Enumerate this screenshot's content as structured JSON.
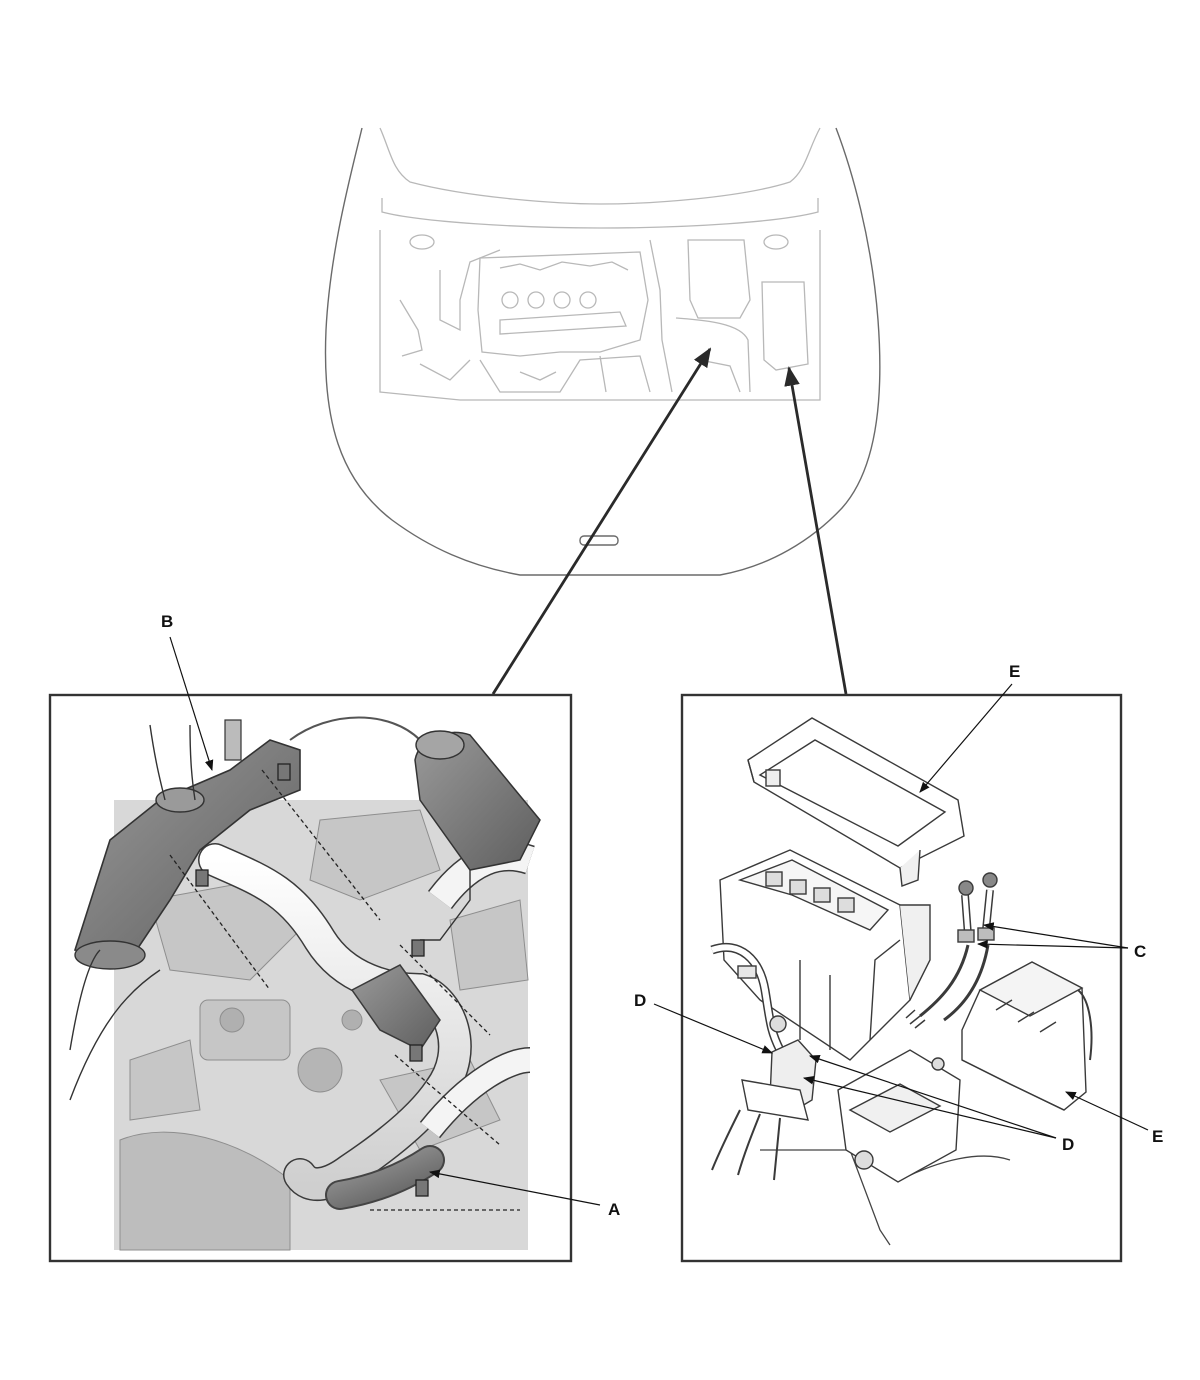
{
  "callouts": {
    "A": "A",
    "B": "B",
    "C": "C",
    "D_left": "D",
    "D_right": "D",
    "E_top": "E",
    "E_bottom": "E"
  },
  "colors": {
    "hood_outline": "#6a6a6a",
    "engine_bay_lines": "#b8b8b8",
    "frame": "#333333",
    "leader": "#111111",
    "photo_background": "#d8d8d8"
  }
}
